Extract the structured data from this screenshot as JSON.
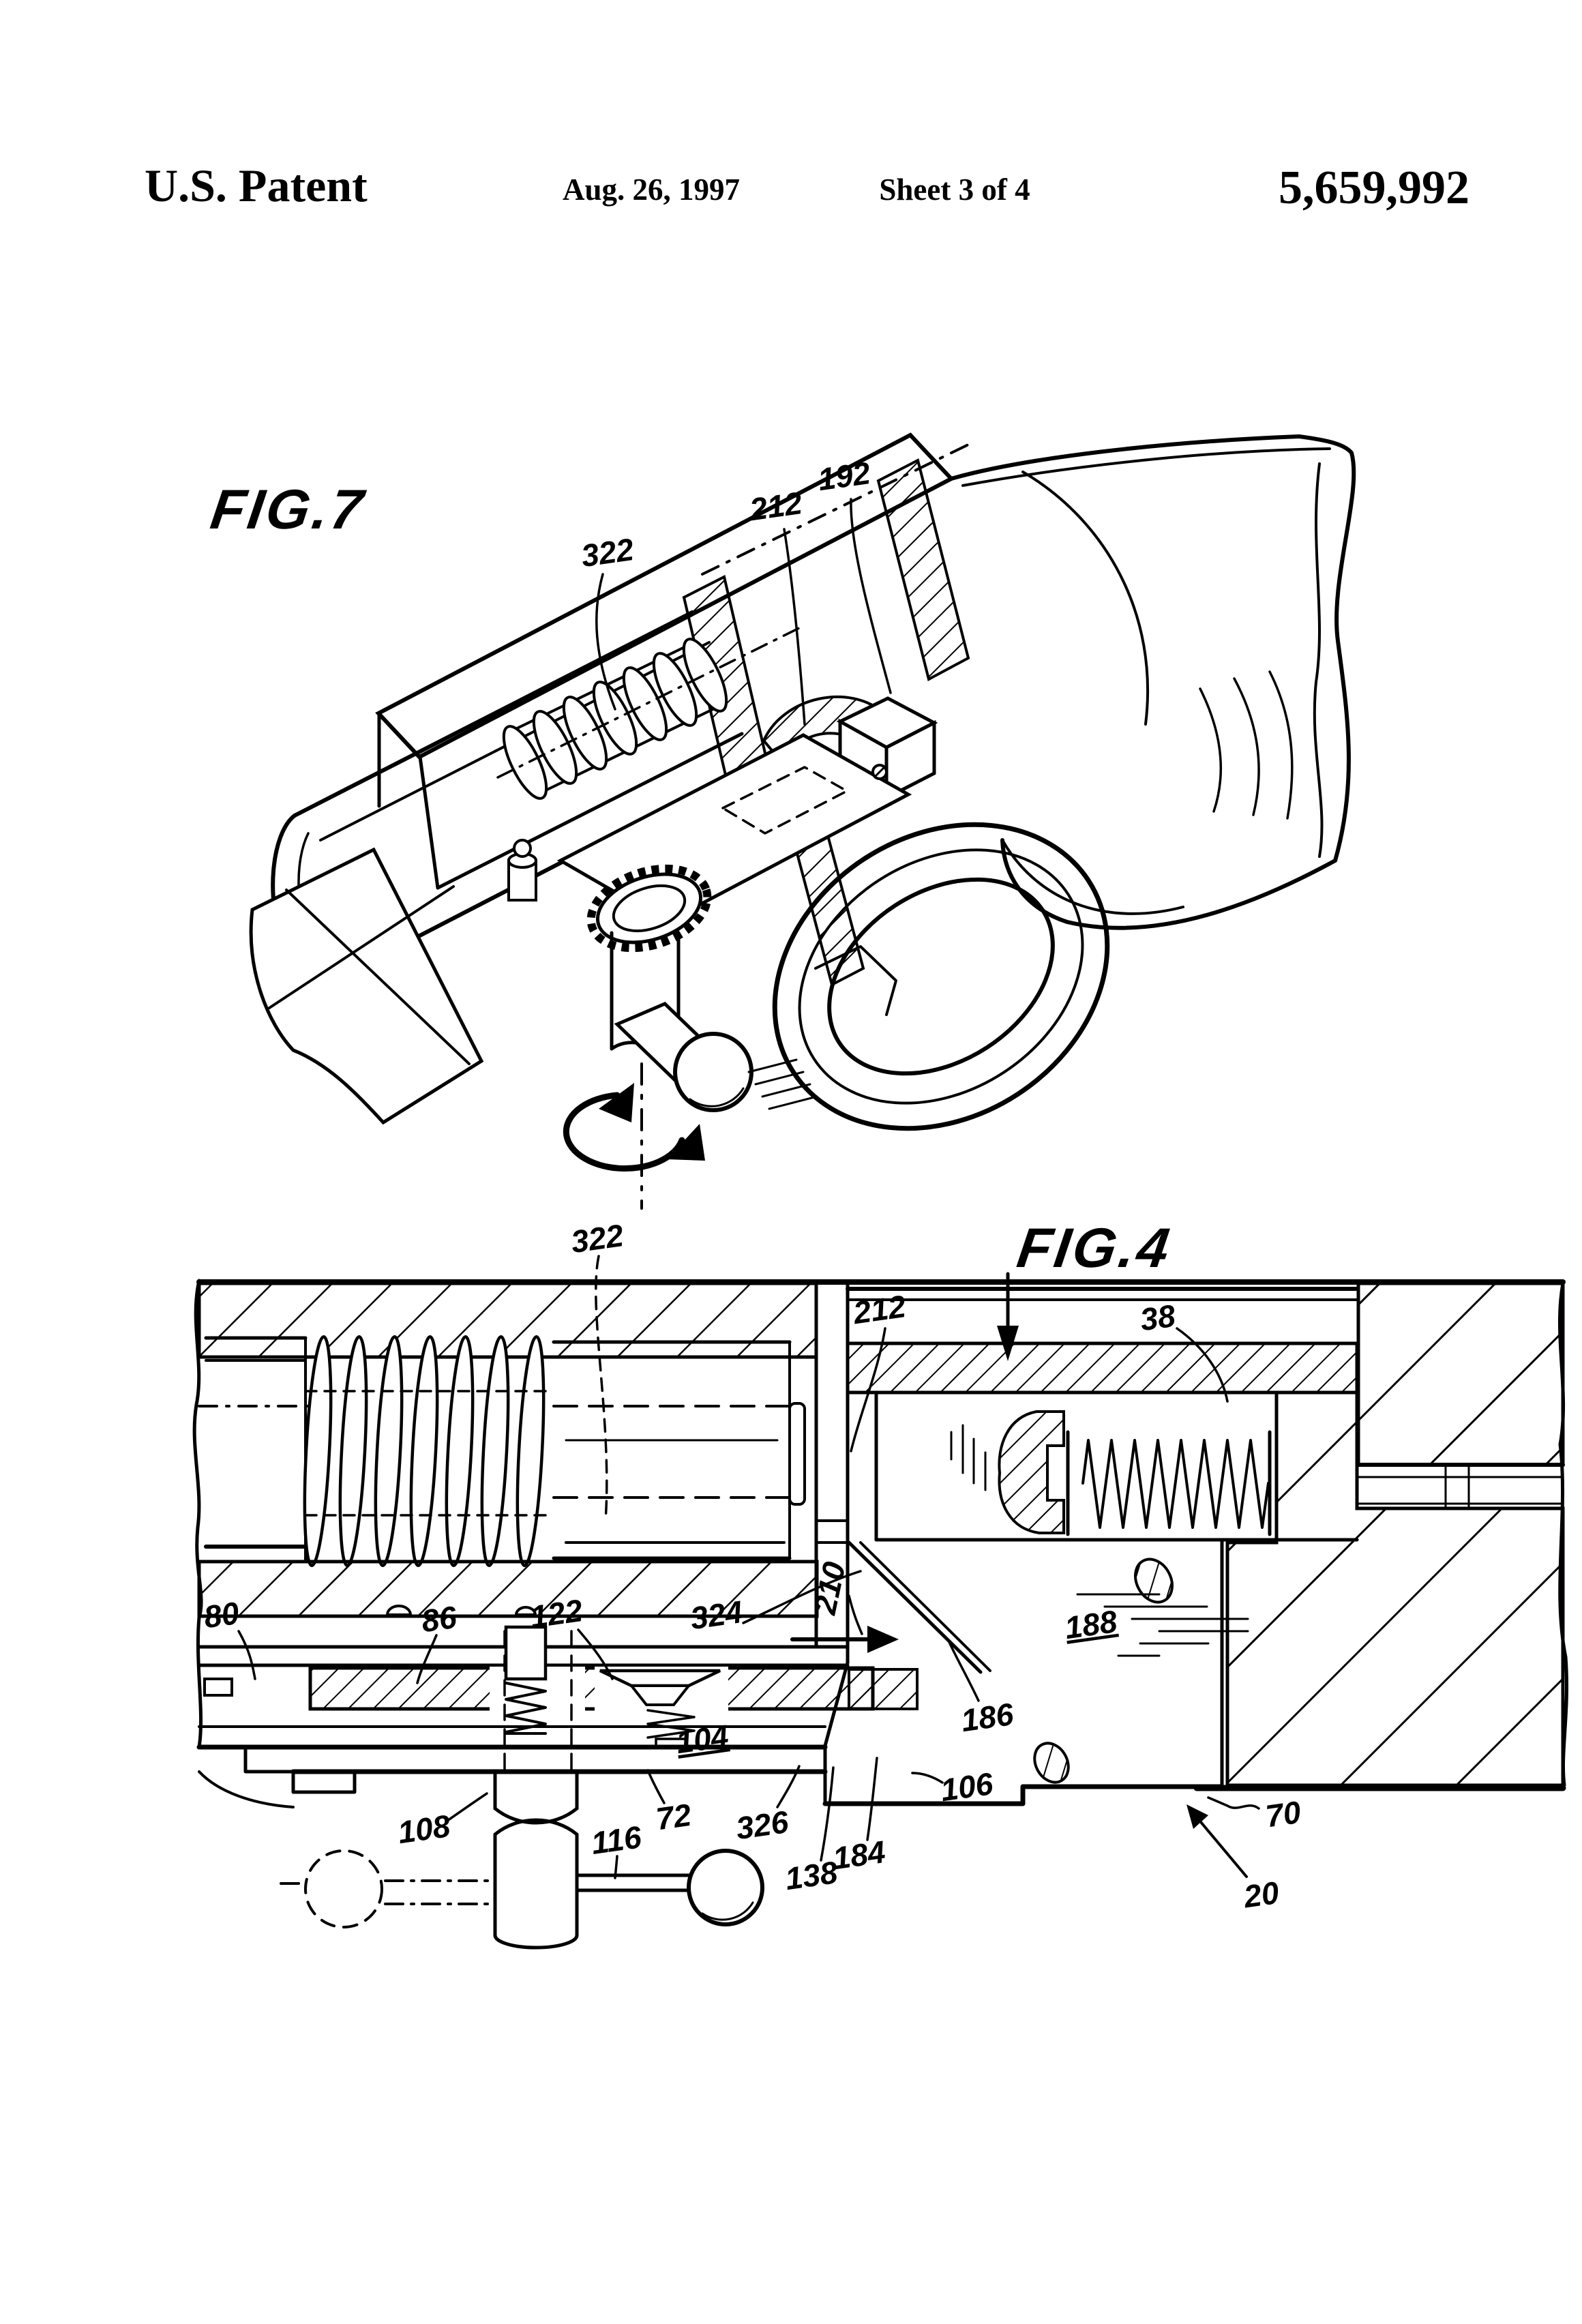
{
  "page": {
    "background": "#ffffff",
    "ink": "#000000"
  },
  "header": {
    "title": "U.S. Patent",
    "date": "Aug. 26, 1997",
    "sheet": "Sheet 3 of 4",
    "patent_number": "5,659,992"
  },
  "figures": {
    "fig7": {
      "title": "FIG.7",
      "labels": {
        "322": "322",
        "212": "212",
        "192": "192"
      }
    },
    "fig4": {
      "title": "FIG.4",
      "labels": {
        "322": "322",
        "212": "212",
        "38": "38",
        "210": "210",
        "80": "80",
        "86": "86",
        "122": "122",
        "324": "324",
        "188": "188",
        "186": "186",
        "106": "106",
        "104": "104",
        "108": "108",
        "116": "116",
        "72": "72",
        "326": "326",
        "138": "138",
        "184": "184",
        "70": "70",
        "20": "20"
      }
    }
  }
}
